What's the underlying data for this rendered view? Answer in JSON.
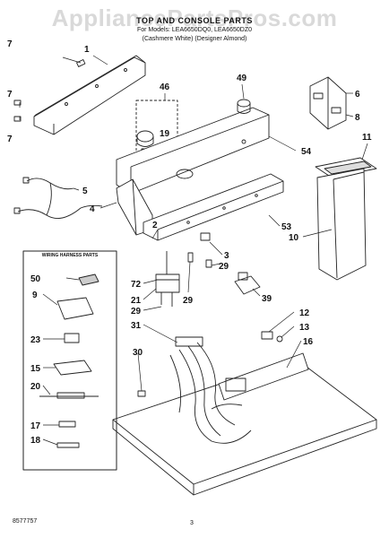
{
  "watermark": "AppliancePartsPros.com",
  "header": {
    "title": "TOP AND CONSOLE PARTS",
    "models": "For Models: LEA6650DQ0, LEA6650DZ0",
    "colors": "(Cashmere White) (Designer Almond)"
  },
  "footer": {
    "part_number": "8577757",
    "page": "3"
  },
  "wiring_box": {
    "title": "WIRING HARNESS PARTS"
  },
  "callouts": [
    "1",
    "7",
    "7",
    "7",
    "46",
    "49",
    "6",
    "8",
    "19",
    "54",
    "11",
    "5",
    "4",
    "2",
    "53",
    "10",
    "3",
    "29",
    "72",
    "21",
    "29",
    "39",
    "29",
    "31",
    "12",
    "13",
    "16",
    "30",
    "50",
    "9",
    "23",
    "15",
    "20",
    "17",
    "18"
  ]
}
